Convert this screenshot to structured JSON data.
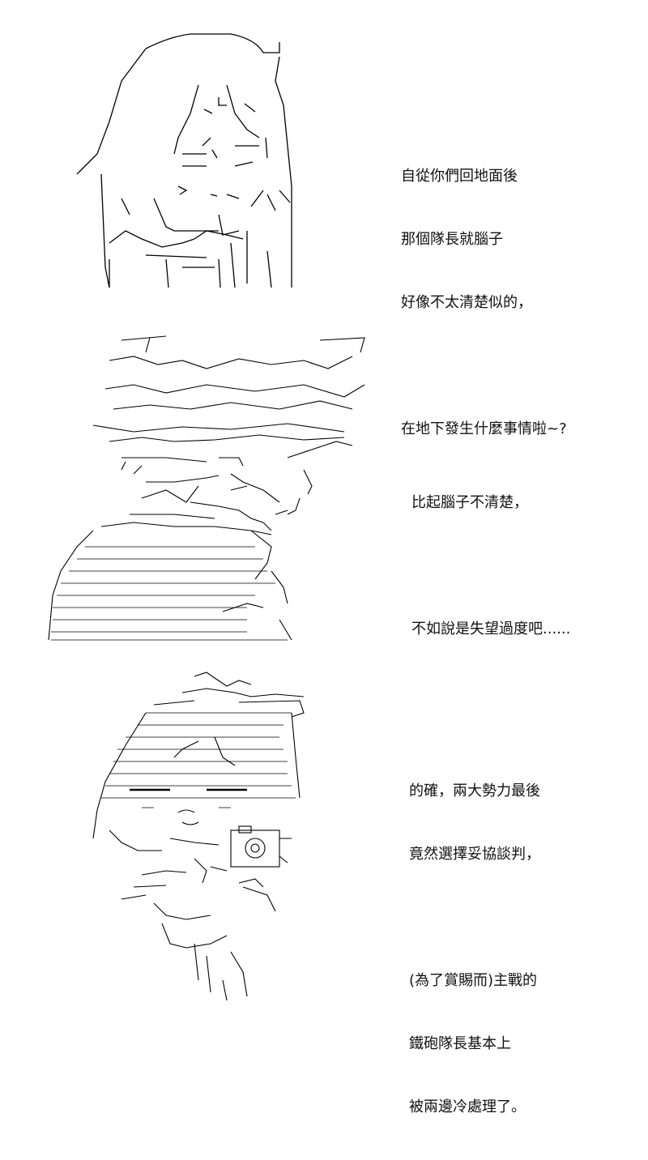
{
  "panels": [
    {
      "caption_lines": [
        "自從你們回地面後",
        "那個隊長就腦子",
        "好像不太清楚似的，",
        "",
        "在地下發生什麼事情啦~?"
      ]
    },
    {
      "caption_lines": [
        "比起腦子不清楚，",
        "",
        "不如說是失望過度吧......"
      ]
    },
    {
      "caption_lines": [
        "的確，兩大勢力最後",
        "竟然選擇妥協談判，",
        "",
        "(為了賞賜而)主戰的",
        "鐵砲隊長基本上",
        "被兩邊冷處理了。"
      ]
    }
  ]
}
